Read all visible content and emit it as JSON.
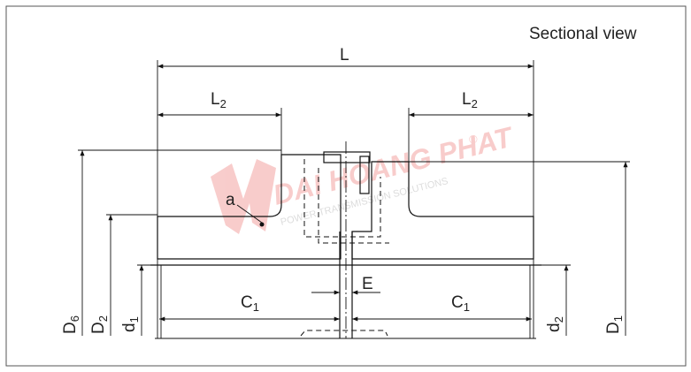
{
  "title": "Sectional view",
  "dimensions": {
    "L": "L",
    "L2_left": {
      "main": "L",
      "sub": "2"
    },
    "L2_right": {
      "main": "L",
      "sub": "2"
    },
    "D6": {
      "main": "D",
      "sub": "6"
    },
    "D2": {
      "main": "D",
      "sub": "2"
    },
    "d1": {
      "main": "d",
      "sub": "1"
    },
    "d2": {
      "main": "d",
      "sub": "2"
    },
    "D1": {
      "main": "D",
      "sub": "1"
    },
    "C1_left": {
      "main": "C",
      "sub": "1"
    },
    "C1_right": {
      "main": "C",
      "sub": "1"
    },
    "E": "E",
    "a": "a"
  },
  "watermark": {
    "brand": "DAI HOANG PHAT",
    "tagline": "POWER TRANSMISSION SOLUTIONS",
    "mark": "®"
  },
  "colors": {
    "line": "#111111",
    "watermark": "#e53935",
    "frame": "#555555"
  }
}
